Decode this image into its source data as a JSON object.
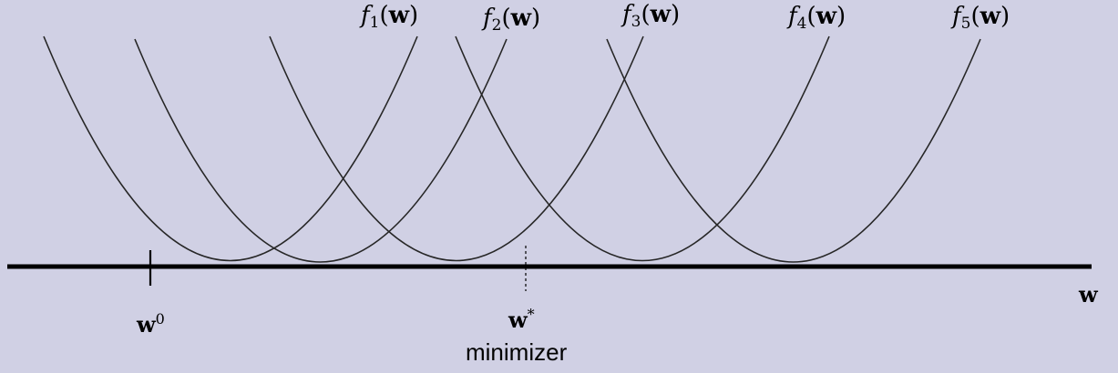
{
  "functions": [
    {
      "name": "f",
      "index": "1",
      "arg": "w"
    },
    {
      "name": "f",
      "index": "2",
      "arg": "w"
    },
    {
      "name": "f",
      "index": "3",
      "arg": "w"
    },
    {
      "name": "f",
      "index": "4",
      "arg": "w"
    },
    {
      "name": "f",
      "index": "5",
      "arg": "w"
    }
  ],
  "axis": {
    "label": "w"
  },
  "start_point": {
    "symbol": "w",
    "superscript": "0"
  },
  "minimizer": {
    "symbol": "w",
    "superscript": "*",
    "caption": "minimizer"
  },
  "colors": {
    "background": "#d0d0e4",
    "ink": "#000000",
    "curve": "#262626"
  }
}
